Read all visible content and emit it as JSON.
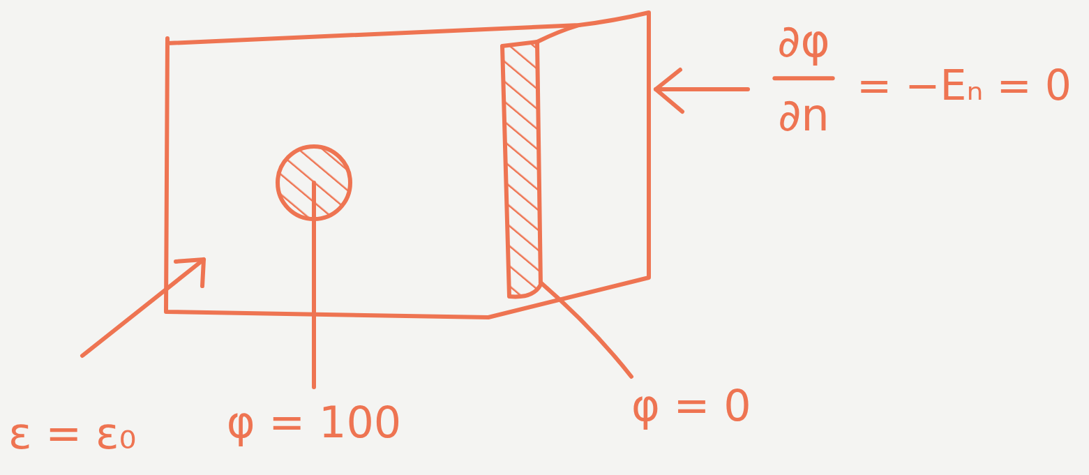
{
  "diagram": {
    "labels": [
      "∂φ",
      "∂n",
      "= −Eₙ = 0",
      "ε = ε₀",
      "φ = 100",
      "φ = 0"
    ]
  }
}
